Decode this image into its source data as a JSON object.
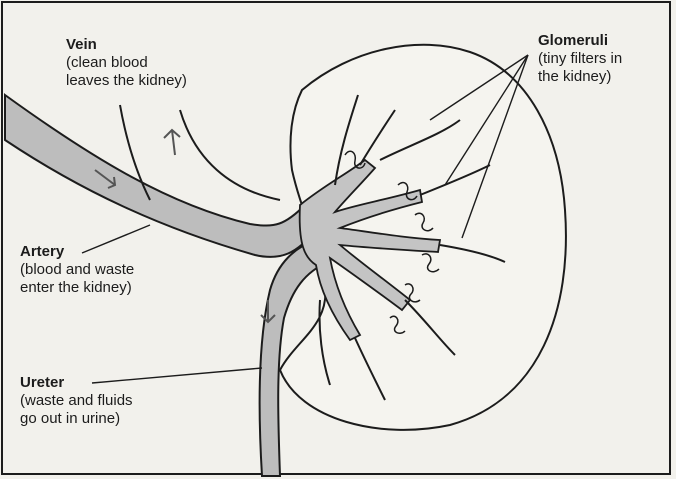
{
  "labels": {
    "vein": {
      "title": "Vein",
      "lines": [
        "(clean blood",
        "leaves the kidney)"
      ]
    },
    "glomeruli": {
      "title": "Glomeruli",
      "lines": [
        "(tiny filters in",
        "the kidney)"
      ]
    },
    "artery": {
      "title": "Artery",
      "lines": [
        "(blood and waste",
        "enter the kidney)"
      ]
    },
    "ureter": {
      "title": "Ureter",
      "lines": [
        "(waste and fluids",
        "go out in urine)"
      ]
    }
  },
  "colors": {
    "background": "#f2f1ec",
    "ink": "#1c1c1c",
    "vessel_fill": "#bdbdbd"
  }
}
